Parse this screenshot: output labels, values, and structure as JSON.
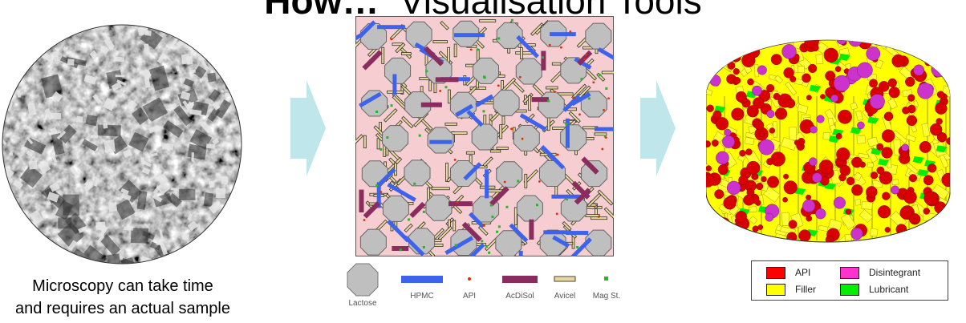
{
  "header": {
    "title_bold": "How…",
    "title_rest": "Visualisation Tools"
  },
  "caption": {
    "line1": "Microscopy can take time",
    "line2": "and requires an actual sample"
  },
  "schematic_legend": [
    {
      "label": "Lactose",
      "icon": "octagon",
      "color": "#bfbfbf"
    },
    {
      "label": "HPMC",
      "icon": "bar",
      "color": "#3d63ee"
    },
    {
      "label": "API",
      "icon": "dot",
      "color": "#e03000"
    },
    {
      "label": "AcDiSol",
      "icon": "bar",
      "color": "#8b2c5e"
    },
    {
      "label": "Avicel",
      "icon": "outline-bar",
      "color": "#e8d89a"
    },
    {
      "label": "Mag St.",
      "icon": "square",
      "color": "#2db32d"
    }
  ],
  "model_legend": [
    {
      "label": "API",
      "color": "#ff0000"
    },
    {
      "label": "Disintegrant",
      "color": "#ff33cc"
    },
    {
      "label": "Filler",
      "color": "#ffff00"
    },
    {
      "label": "Lubricant",
      "color": "#00ee00"
    }
  ],
  "colors": {
    "arrow": "#bfe6ea",
    "schematic_bg": "#f6cdd0",
    "tablet_filler": "#ffff00"
  }
}
